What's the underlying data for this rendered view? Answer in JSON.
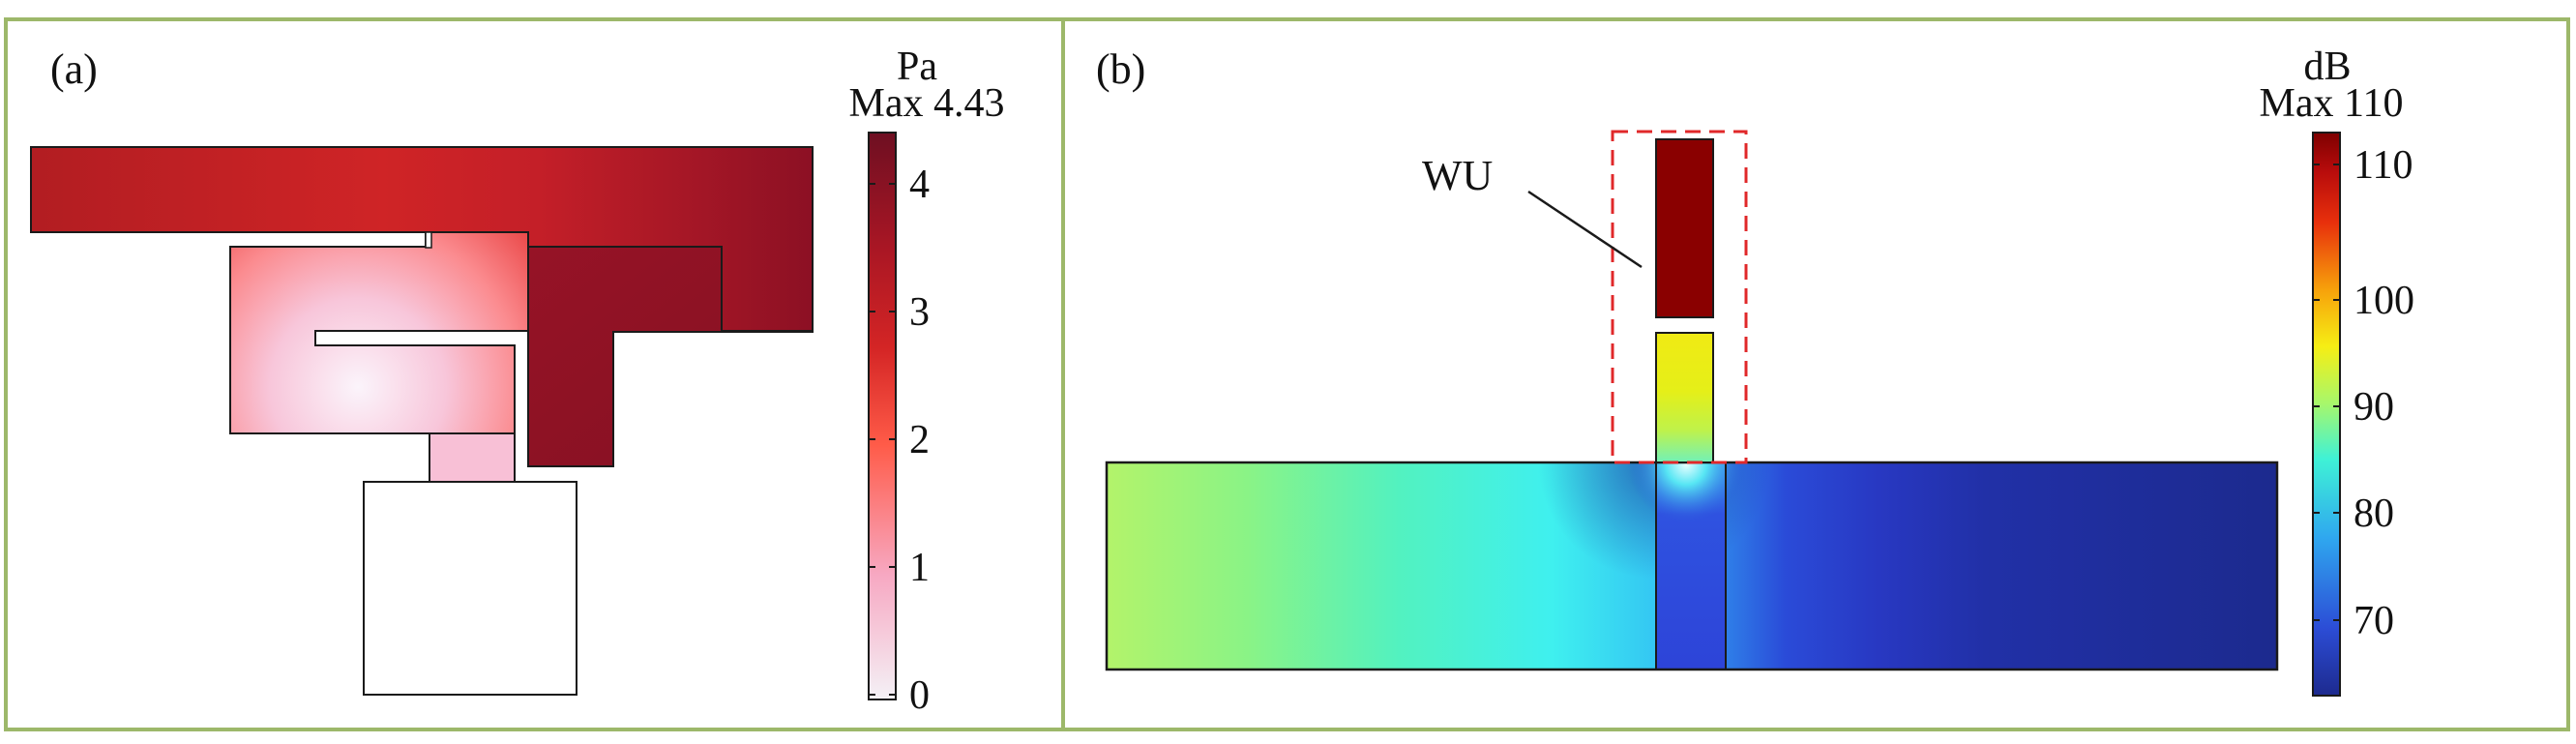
{
  "panel_a": {
    "label": "(a)",
    "unit": "Pa",
    "max_text": "Max 4.43",
    "colorbar_ticks": [
      "0",
      "1",
      "2",
      "3",
      "4"
    ],
    "colors": {
      "low": "#f2eef4",
      "mid": "#ff5b48",
      "high": "#6e0f22",
      "outline": "#1a1a1a"
    }
  },
  "panel_b": {
    "label": "(b)",
    "unit": "dB",
    "max_text": "Max 110",
    "annotation": "WU",
    "colorbar_ticks": [
      "70",
      "80",
      "90",
      "100",
      "110"
    ],
    "colors": {
      "dashed_box": "#e0282a",
      "jet_low": "#1a1f8c",
      "jet_high": "#800000"
    }
  },
  "frame_color": "#9db86a"
}
